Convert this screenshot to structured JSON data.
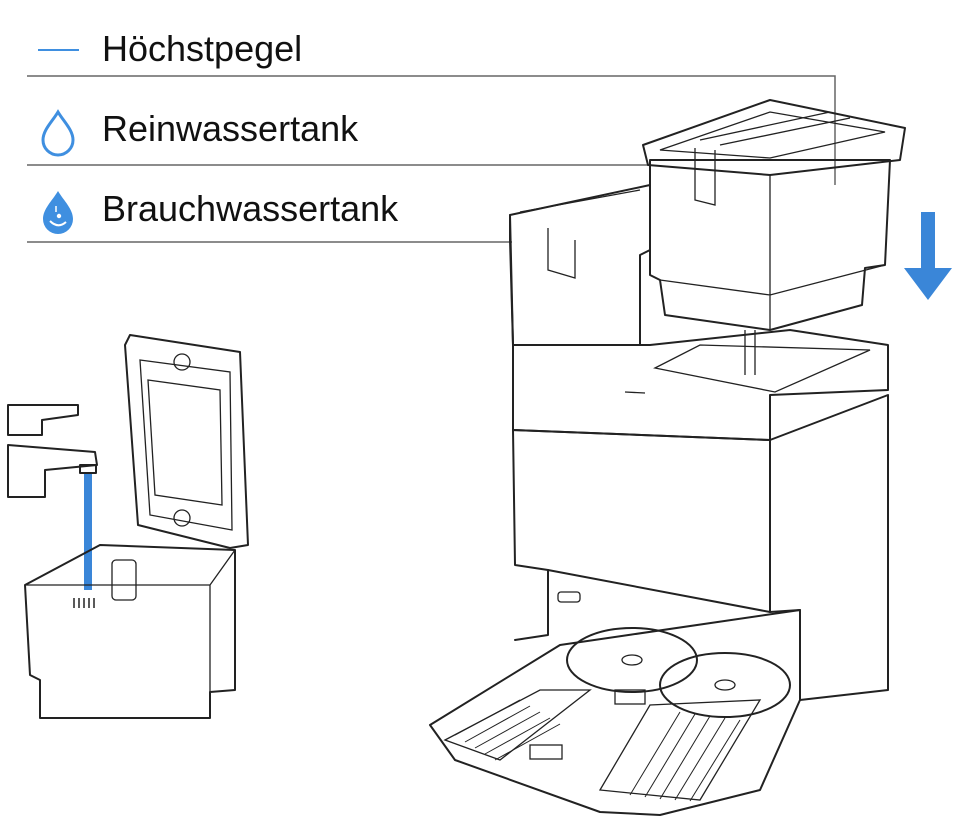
{
  "legend": {
    "items": [
      {
        "label": "Höchstpegel",
        "icon": "max-level-line-icon"
      },
      {
        "label": "Reinwassertank",
        "icon": "water-drop-outline-icon"
      },
      {
        "label": "Brauchwassertank",
        "icon": "dirty-water-drop-icon"
      }
    ]
  },
  "colors": {
    "accent": "#3f8fe0",
    "tank_fill": "#3a86d8",
    "line": "#222222",
    "leader": "#666666"
  }
}
